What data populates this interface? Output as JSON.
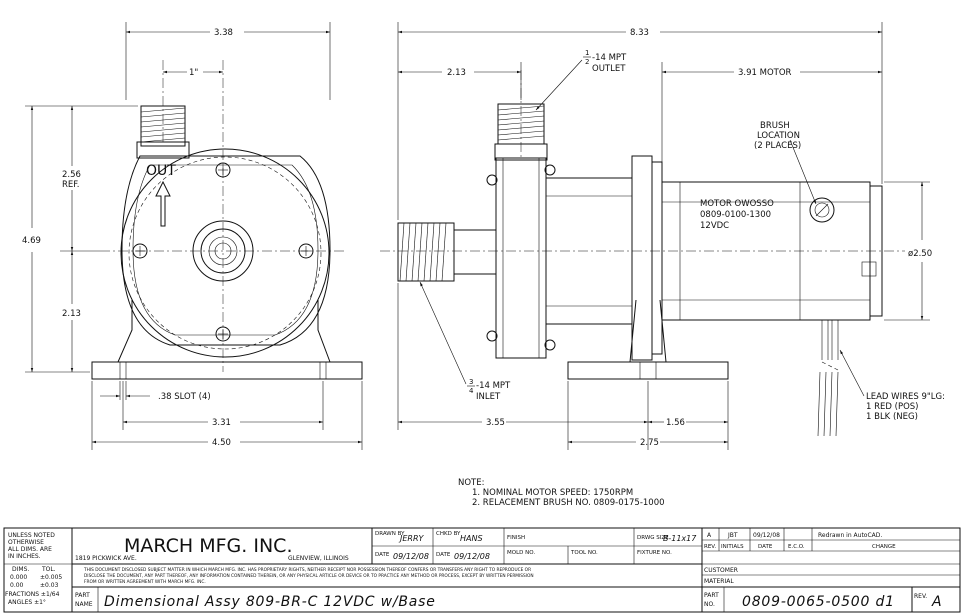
{
  "dims": {
    "front_width_top": "3.38",
    "outlet_offset": "1\"",
    "height_upper": "2.56",
    "height_upper_ref": "REF.",
    "total_height": "4.69",
    "height_lower": "2.13",
    "slot": ".38 SLOT (4)",
    "base_inner": "3.31",
    "base_outer": "4.50",
    "overall_length": "8.33",
    "outlet_offset_side": "2.13",
    "motor_length": "3.91 MOTOR",
    "motor_dia": "ø2.50",
    "inlet_length": "3.55",
    "base_mount": "1.56",
    "base_length": "2.75"
  },
  "labels": {
    "out": "OUT",
    "outlet_frac_num": "1",
    "outlet_frac_den": "2",
    "outlet_spec": "-14 MPT",
    "outlet_word": "OUTLET",
    "inlet_frac_num": "3",
    "inlet_frac_den": "4",
    "inlet_spec": "-14 MPT",
    "inlet_word": "INLET",
    "brush_1": "BRUSH",
    "brush_2": "LOCATION",
    "brush_3": "(2 PLACES)",
    "motor_1": "MOTOR OWOSSO",
    "motor_2": "0809-0100-1300",
    "motor_3": "12VDC",
    "lead_1": "LEAD WIRES 9\"LG:",
    "lead_2": "1 RED (POS)",
    "lead_3": "1 BLK (NEG)"
  },
  "notes": {
    "title": "NOTE:",
    "line1": "1. NOMINAL MOTOR SPEED: 1750RPM",
    "line2": "2. RELACEMENT BRUSH NO. 0809-0175-1000"
  },
  "title_block": {
    "tol_1": "UNLESS NOTED",
    "tol_2": "OTHERWISE",
    "tol_3": "ALL DIMS. ARE",
    "tol_4": "IN INCHES.",
    "tol_dims": "DIMS.",
    "tol_tol": "TOL.",
    "tol_r1a": "0.000",
    "tol_r1b": "±0.005",
    "tol_r2a": "0.00",
    "tol_r2b": "±0.03",
    "tol_frac": "FRACTIONS ±1/64",
    "tol_ang": "ANGLES ±1°",
    "company": "MARCH MFG. INC.",
    "address": "1819 PICKWICK AVE.",
    "city": "GLENVIEW, ILLINOIS",
    "drawn_by_label": "DRAWN BY",
    "drawn_by": "JERRY",
    "chkd_by_label": "CHKD BY",
    "chkd_by": "HANS",
    "finish_label": "FINISH",
    "drwg_size_label": "DRWG SIZE",
    "drwg_size": "B-11x17",
    "date_label": "DATE",
    "date_drawn": "09/12/08",
    "date_chkd": "09/12/08",
    "mold_label": "MOLD NO.",
    "tool_label": "TOOL NO.",
    "fixture_label": "FIXTURE NO.",
    "disclaimer_1": "THIS DOCUMENT DISCLOSED SUBJECT MATTER IN WHICH MARCH MFG. INC. HAS PROPRIETARY RIGHTS, NEITHER RECEIPT NOR POSSESSION THEREOF CONFERS OR TRANSFERS ANY RIGHT TO REPRODUCE OR",
    "disclaimer_2": "DISCLOSE THE DOCUMENT, ANY PART THEREOF, ANY INFORMATION CONTAINED THEREIN, OR ANY PHYSICAL ARTICLE OR DEVICE OR TO PRACTICE ANY METHOD OR PROCESS, EXCEPT BY WRITTEN PERMISSION",
    "disclaimer_3": "FROM OR WRITTEN AGREEMENT WITH MARCH MFG. INC.",
    "part_name_label_1": "PART",
    "part_name_label_2": "NAME",
    "part_name": "Dimensional Assy 809-BR-C 12VDC w/Base",
    "rev_letter": "A",
    "rev_initials": "JBT",
    "rev_date": "09/12/08",
    "rev_change": "Redrawn in AutoCAD.",
    "rev_hdr_rev": "REV.",
    "rev_hdr_initials": "INITIALS",
    "rev_hdr_date": "DATE",
    "rev_hdr_eco": "E.C.O.",
    "rev_hdr_change": "CHANGE",
    "customer_label": "CUSTOMER",
    "material_label": "MATERIAL",
    "part_no_label_1": "PART",
    "part_no_label_2": "NO.",
    "part_no": "0809-0065-0500 d1",
    "rev_label": "REV.",
    "rev": "A"
  }
}
